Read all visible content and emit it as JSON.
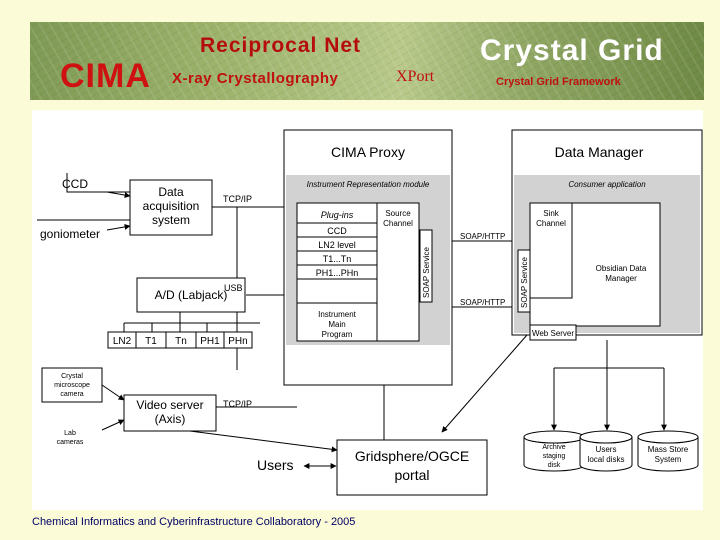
{
  "header": {
    "cima_logo": "CIMA",
    "reciprocal_net": "Reciprocal Net",
    "xray": "X-ray Crystallography",
    "xport": "XPort",
    "crystal_grid_title": "Crystal Grid",
    "crystal_grid_sub": "Crystal Grid Framework"
  },
  "diagram": {
    "ccd": "CCD",
    "goniometer": "goniometer",
    "daq_line1": "Data",
    "daq_line2": "acquisition",
    "daq_line3": "system",
    "tcpip_1": "TCP/IP",
    "usb": "USB",
    "labjack": "A/D (Labjack)",
    "sensors": [
      "LN2",
      "T1",
      "Tn",
      "PH1",
      "PHn"
    ],
    "crystal_cam_1": "Crystal",
    "crystal_cam_2": "microscope",
    "crystal_cam_3": "camera",
    "lab_cam_1": "Lab",
    "lab_cam_2": "cameras",
    "video_line1": "Video server",
    "video_line2": "(Axis)",
    "tcpip_2": "TCP/IP",
    "users": "Users",
    "portal_line1": "Gridsphere/OGCE",
    "portal_line2": "portal",
    "cima_proxy": "CIMA Proxy",
    "instrument_module": "Instrument Representation module",
    "plugins_header": "Plug-ins",
    "plugins": [
      "CCD",
      "LN2 level",
      "T1...Tn",
      "PH1...PHn"
    ],
    "source_channel_1": "Source",
    "source_channel_2": "Channel",
    "soap_service_left": "SOAP Service",
    "instrument_main_1": "Instrument",
    "instrument_main_2": "Main",
    "instrument_main_3": "Program",
    "soap_http_1": "SOAP/HTTP",
    "soap_http_2": "SOAP/HTTP",
    "data_manager": "Data Manager",
    "consumer_app": "Consumer application",
    "sink_channel_1": "Sink",
    "sink_channel_2": "Channel",
    "soap_service_right": "SOAP Service",
    "obsidian_1": "Obsidian Data",
    "obsidian_2": "Manager",
    "web_server": "Web Server",
    "disk1": [
      "Archive",
      "staging",
      "disk"
    ],
    "disk2": [
      "Users",
      "local disks"
    ],
    "disk3": [
      "Mass Store",
      "System"
    ]
  },
  "footer": "Chemical Informatics and Cyberinfrastructure Collaboratory - 2005"
}
